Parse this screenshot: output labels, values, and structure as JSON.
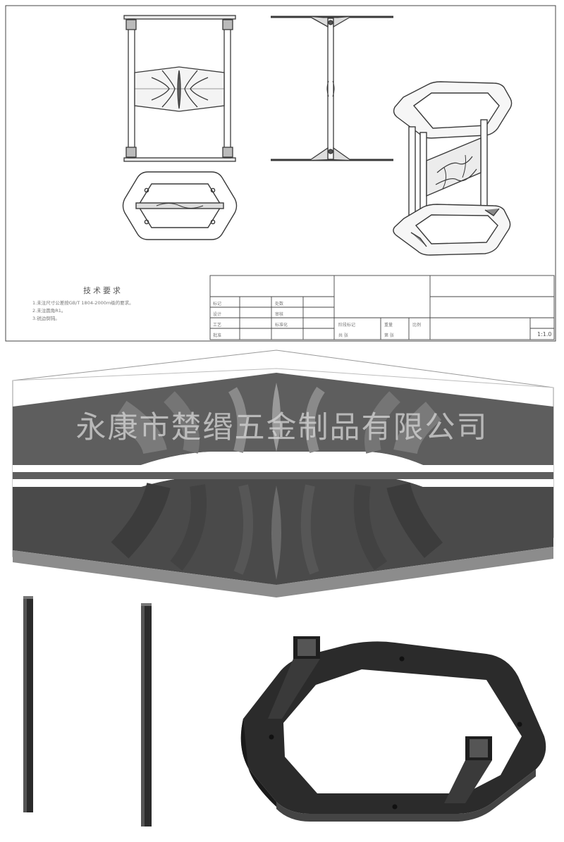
{
  "drawing": {
    "tech_title": "技术要求",
    "notes": [
      "1.未注尺寸公差按GB/T 1804-2000m级的要求。",
      "2.未注圆角R1。",
      "3.锐边倒钝。"
    ],
    "title_block": {
      "cells": [
        "标记",
        "处数",
        "设计",
        "审核",
        "工艺",
        "标准化",
        "批准",
        "阶段标记",
        "重量",
        "比例",
        "共 张",
        "第 张"
      ],
      "scale": "1:1.0"
    }
  },
  "watermark": "永康市楚缗五金制品有限公司",
  "colors": {
    "line": "#3a3a3a",
    "panel_top": "#5e5e5e",
    "panel_bottom": "#4a4a4a",
    "panel_light": "#8c8c8c",
    "part_dark": "#2b2b2b"
  }
}
